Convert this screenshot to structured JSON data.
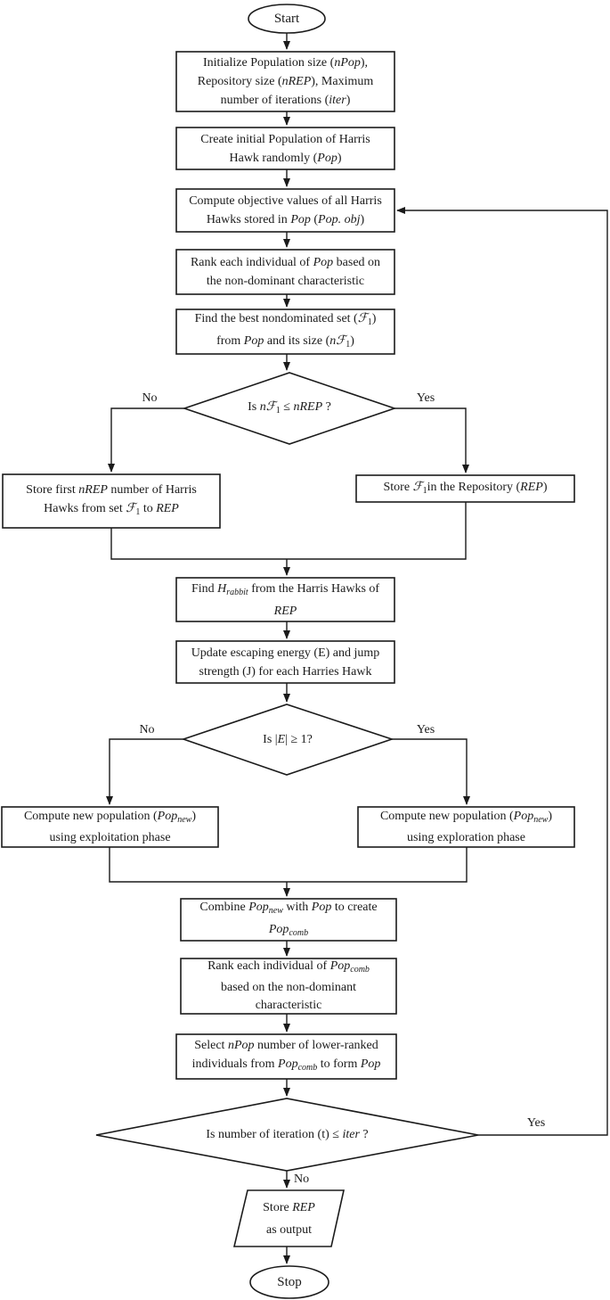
{
  "colors": {
    "ink": "#1b1b1b",
    "background": "#ffffff"
  },
  "nodes": {
    "start": {
      "label": "Start"
    },
    "init_params": {
      "lines": [
        [
          [
            "r",
            "Initialize Population size ("
          ],
          [
            "i",
            "nPop"
          ],
          [
            "r",
            "),"
          ]
        ],
        [
          [
            "r",
            "Repository size ("
          ],
          [
            "i",
            "nREP"
          ],
          [
            "r",
            "), Maximum"
          ]
        ],
        [
          [
            "r",
            "number of iterations ("
          ],
          [
            "i",
            "iter"
          ],
          [
            "r",
            ")"
          ]
        ]
      ]
    },
    "create_population": {
      "lines": [
        [
          [
            "r",
            "Create initial Population of Harris"
          ]
        ],
        [
          [
            "r",
            "Hawk randomly ("
          ],
          [
            "i",
            "Pop"
          ],
          [
            "r",
            ")"
          ]
        ]
      ]
    },
    "compute_objectives": {
      "lines": [
        [
          [
            "r",
            "Compute objective values of all Harris"
          ]
        ],
        [
          [
            "r",
            "Hawks stored in "
          ],
          [
            "i",
            "Pop"
          ],
          [
            "r",
            " ("
          ],
          [
            "i",
            "Pop. obj"
          ],
          [
            "r",
            ")"
          ]
        ]
      ]
    },
    "rank_pop": {
      "lines": [
        [
          [
            "r",
            "Rank each individual of "
          ],
          [
            "i",
            "Pop"
          ],
          [
            "r",
            " based on"
          ]
        ],
        [
          [
            "r",
            "the non-dominant characteristic"
          ]
        ]
      ]
    },
    "find_best_set": {
      "lines": [
        [
          [
            "r",
            "Find the best nondominated set ("
          ],
          [
            "i",
            "ℱ"
          ],
          [
            "s",
            "1"
          ],
          [
            "r",
            ")"
          ]
        ],
        [
          [
            "r",
            "from "
          ],
          [
            "i",
            "Pop"
          ],
          [
            "r",
            " and its size ("
          ],
          [
            "i",
            "nℱ"
          ],
          [
            "s",
            "1"
          ],
          [
            "r",
            ")"
          ]
        ]
      ]
    },
    "check_repo_size": {
      "lines": [
        [
          [
            "r",
            "Is "
          ],
          [
            "i",
            "nℱ"
          ],
          [
            "s",
            "1"
          ],
          [
            "r",
            " ≤ "
          ],
          [
            "i",
            "nREP"
          ],
          [
            "r",
            " ?"
          ]
        ]
      ]
    },
    "store_first_nrep": {
      "lines": [
        [
          [
            "r",
            "Store first "
          ],
          [
            "i",
            "nREP"
          ],
          [
            "r",
            " number of Harris"
          ]
        ],
        [
          [
            "r",
            "Hawks from set "
          ],
          [
            "i",
            "ℱ"
          ],
          [
            "s",
            "1"
          ],
          [
            "r",
            " to "
          ],
          [
            "i",
            "REP"
          ]
        ]
      ]
    },
    "store_f1_repo": {
      "lines": [
        [
          [
            "r",
            "Store "
          ],
          [
            "i",
            "ℱ"
          ],
          [
            "s",
            "1"
          ],
          [
            "r",
            "in the Repository ("
          ],
          [
            "i",
            "REP"
          ],
          [
            "r",
            ")"
          ]
        ]
      ]
    },
    "find_hrabbit": {
      "lines": [
        [
          [
            "r",
            "Find "
          ],
          [
            "i",
            "H"
          ],
          [
            "si",
            "rabbit"
          ],
          [
            "r",
            " from the Harris Hawks of"
          ]
        ],
        [
          [
            "i",
            "REP"
          ]
        ]
      ]
    },
    "update_energy": {
      "lines": [
        [
          [
            "r",
            "Update escaping energy (E) and jump"
          ]
        ],
        [
          [
            "r",
            "strength (J) for each Harries Hawk"
          ]
        ]
      ]
    },
    "check_energy": {
      "lines": [
        [
          [
            "r",
            "Is |"
          ],
          [
            "i",
            "E"
          ],
          [
            "r",
            "| ≥ 1?"
          ]
        ]
      ]
    },
    "exploitation": {
      "lines": [
        [
          [
            "r",
            "Compute new population ("
          ],
          [
            "i",
            "Pop"
          ],
          [
            "si",
            "new"
          ],
          [
            "r",
            ")"
          ]
        ],
        [
          [
            "r",
            "using exploitation phase"
          ]
        ]
      ]
    },
    "exploration": {
      "lines": [
        [
          [
            "r",
            "Compute new population ("
          ],
          [
            "i",
            "Pop"
          ],
          [
            "si",
            "new"
          ],
          [
            "r",
            ")"
          ]
        ],
        [
          [
            "r",
            "using exploration phase"
          ]
        ]
      ]
    },
    "combine_pop": {
      "lines": [
        [
          [
            "r",
            "Combine "
          ],
          [
            "i",
            "Pop"
          ],
          [
            "si",
            "new"
          ],
          [
            "r",
            " with "
          ],
          [
            "i",
            "Pop"
          ],
          [
            "r",
            " to create"
          ]
        ],
        [
          [
            "i",
            "Pop"
          ],
          [
            "si",
            "comb"
          ]
        ]
      ]
    },
    "rank_pop_comb": {
      "lines": [
        [
          [
            "r",
            "Rank each individual of "
          ],
          [
            "i",
            "Pop"
          ],
          [
            "si",
            "comb"
          ]
        ],
        [
          [
            "r",
            "based on the non-dominant"
          ]
        ],
        [
          [
            "r",
            "characteristic"
          ]
        ]
      ]
    },
    "select_npop": {
      "lines": [
        [
          [
            "r",
            "Select "
          ],
          [
            "i",
            "nPop"
          ],
          [
            "r",
            " number of lower-ranked"
          ]
        ],
        [
          [
            "r",
            "individuals from "
          ],
          [
            "i",
            "Pop"
          ],
          [
            "si",
            "comb"
          ],
          [
            "r",
            " to form "
          ],
          [
            "i",
            "Pop"
          ]
        ]
      ]
    },
    "check_iterations": {
      "lines": [
        [
          [
            "r",
            "Is number of iteration (t) ≤ "
          ],
          [
            "i",
            "iter"
          ],
          [
            "r",
            " ?"
          ]
        ]
      ]
    },
    "store_output": {
      "lines": [
        [
          [
            "r",
            "Store "
          ],
          [
            "i",
            "REP"
          ]
        ],
        [
          [
            "r",
            "as output"
          ]
        ]
      ]
    },
    "stop": {
      "label": "Stop"
    }
  },
  "branch_labels": {
    "repo_no": "No",
    "repo_yes": "Yes",
    "energy_no": "No",
    "energy_yes": "Yes",
    "iter_yes": "Yes",
    "iter_no": "No"
  }
}
